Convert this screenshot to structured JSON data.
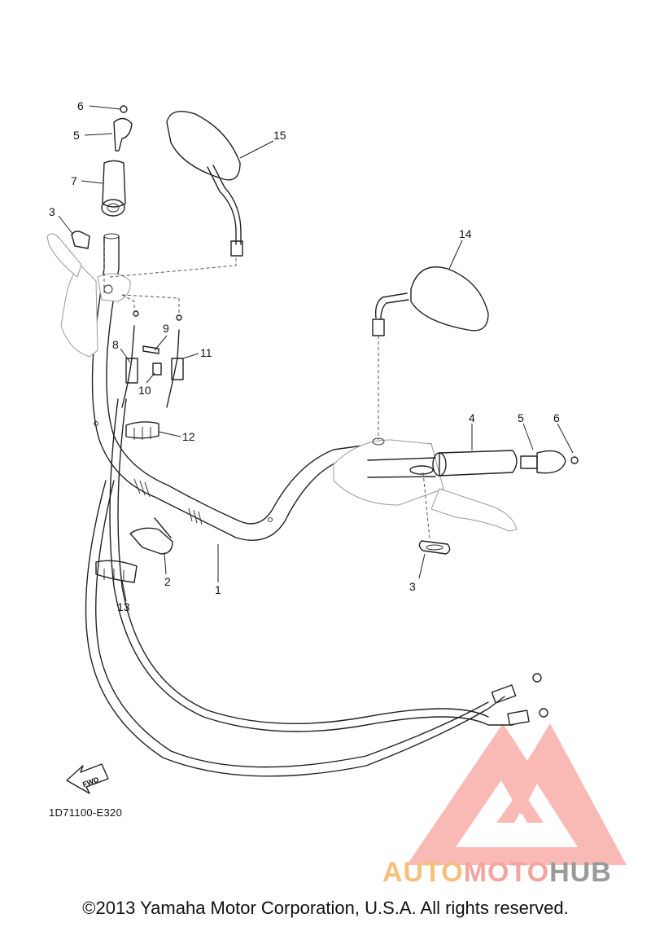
{
  "diagram": {
    "callouts": [
      "1",
      "2",
      "3",
      "3",
      "4",
      "5",
      "5",
      "6",
      "6",
      "7",
      "8",
      "9",
      "10",
      "11",
      "12",
      "13",
      "14",
      "15"
    ],
    "diagram_code": "1D71100-E320",
    "fwd_label": "FWD"
  },
  "watermark": {
    "brand_part1": "AUTO",
    "brand_part2": "MOTO",
    "brand_part3": "HUB",
    "colors": {
      "auto": "#f5c07a",
      "moto": "#f3a5a0",
      "hub": "#9a9a9a",
      "logo": "#f28c86"
    }
  },
  "footer": {
    "copyright": "©2013 Yamaha Motor Corporation, U.S.A. All rights reserved."
  }
}
